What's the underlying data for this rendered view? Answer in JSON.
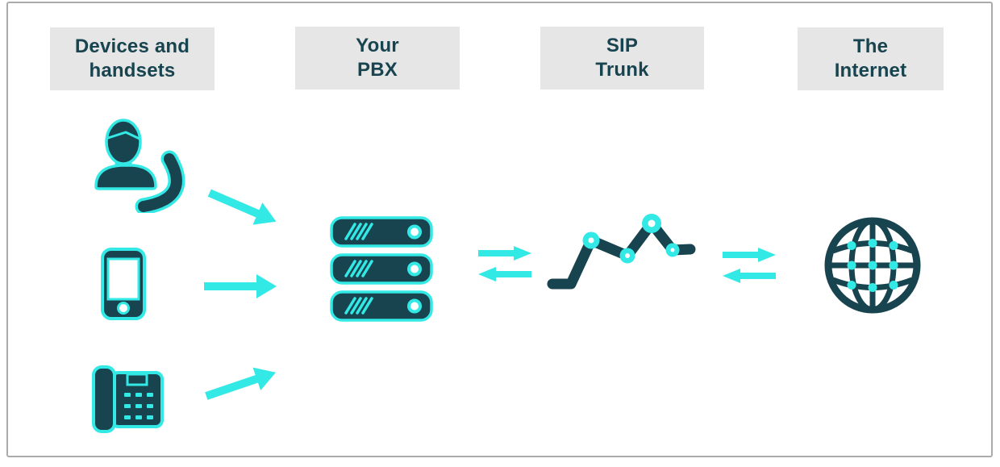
{
  "colors": {
    "accent": "#33E9E6",
    "dark": "#18444F",
    "box_bg": "#E6E6E6",
    "frame_border": "#ABABAB",
    "white": "#FFFFFF"
  },
  "headers": [
    {
      "id": "devices",
      "lines": [
        "Devices and",
        "handsets"
      ]
    },
    {
      "id": "pbx",
      "lines": [
        "Your",
        "PBX"
      ]
    },
    {
      "id": "sip-trunk",
      "lines": [
        "SIP",
        "Trunk"
      ]
    },
    {
      "id": "internet",
      "lines": [
        "The",
        "Internet"
      ]
    }
  ],
  "icons": {
    "devices": [
      "user-with-handset",
      "smartphone",
      "desk-phone"
    ],
    "pbx": "server-stack",
    "sip_trunk": "line-chart-nodes",
    "internet": "globe-network"
  },
  "flow": {
    "device_arrows": [
      "user-to-pbx",
      "smartphone-to-pbx",
      "deskphone-to-pbx"
    ],
    "bidirectional_links": [
      "pbx-sip-trunk",
      "sip-trunk-internet"
    ]
  }
}
